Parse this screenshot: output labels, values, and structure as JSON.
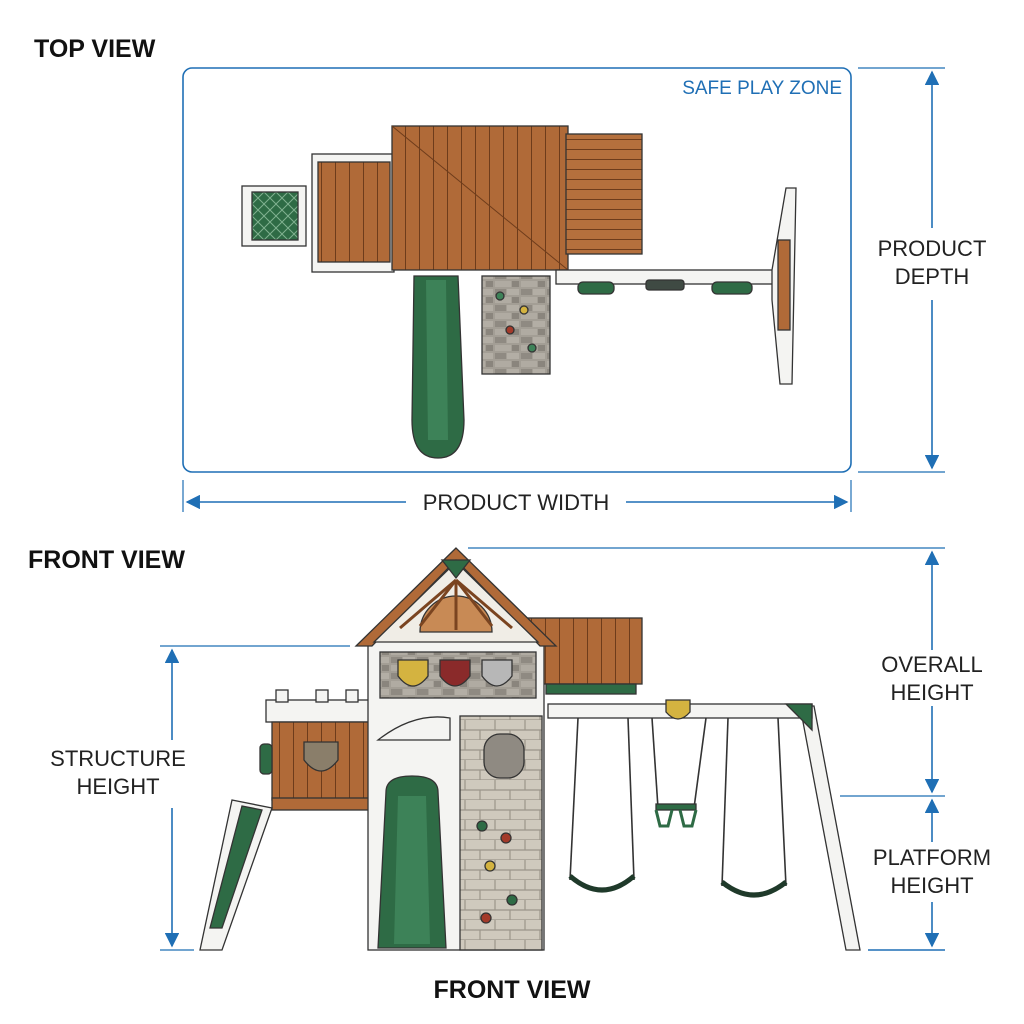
{
  "top_view": {
    "heading": "TOP VIEW",
    "zone_label": "SAFE PLAY ZONE",
    "depth_label": [
      "PRODUCT",
      "DEPTH"
    ],
    "width_label": "PRODUCT WIDTH"
  },
  "front_view": {
    "heading": "FRONT VIEW",
    "footer": "FRONT VIEW",
    "structure_height_label": [
      "STRUCTURE",
      "HEIGHT"
    ],
    "overall_height_label": [
      "OVERALL",
      "HEIGHT"
    ],
    "platform_height_label": [
      "PLATFORM",
      "HEIGHT"
    ]
  },
  "colors": {
    "dimension": "#1f6fb5",
    "wood": "#b06a38",
    "wood_dark": "#7a4420",
    "green": "#2e6b45",
    "stone": "#9a958c",
    "white_frame": "#f4f4f2",
    "outline": "#333333"
  }
}
